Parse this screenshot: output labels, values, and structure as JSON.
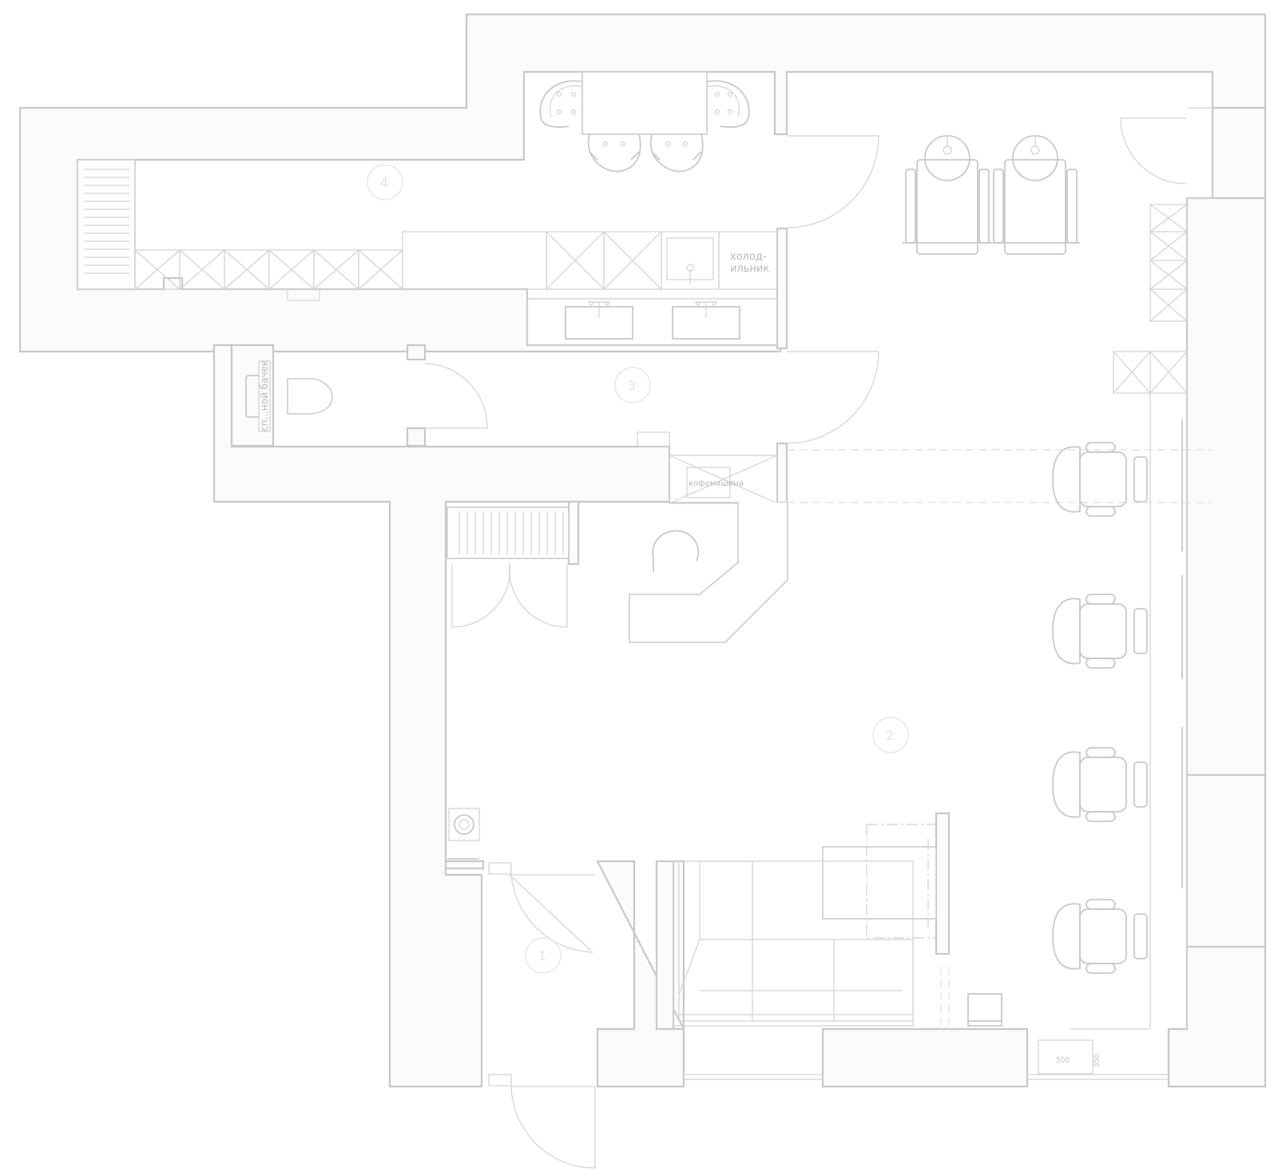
{
  "labels": {
    "fridge_line1": "холод-",
    "fridge_line2": "ильник",
    "pool": "сп...ной бачек",
    "coffee": "кофемашина"
  },
  "rooms": [
    {
      "id": "room-1",
      "number": "1"
    },
    {
      "id": "room-2",
      "number": "2"
    },
    {
      "id": "room-3",
      "number": "3"
    },
    {
      "id": "room-4",
      "number": "4"
    }
  ],
  "dimensions": {
    "width": "500",
    "height": "350"
  },
  "colors": {
    "wall_stroke": "#c8c8c8",
    "wall_fill": "#fbfbfb",
    "background": "#ffffff"
  }
}
